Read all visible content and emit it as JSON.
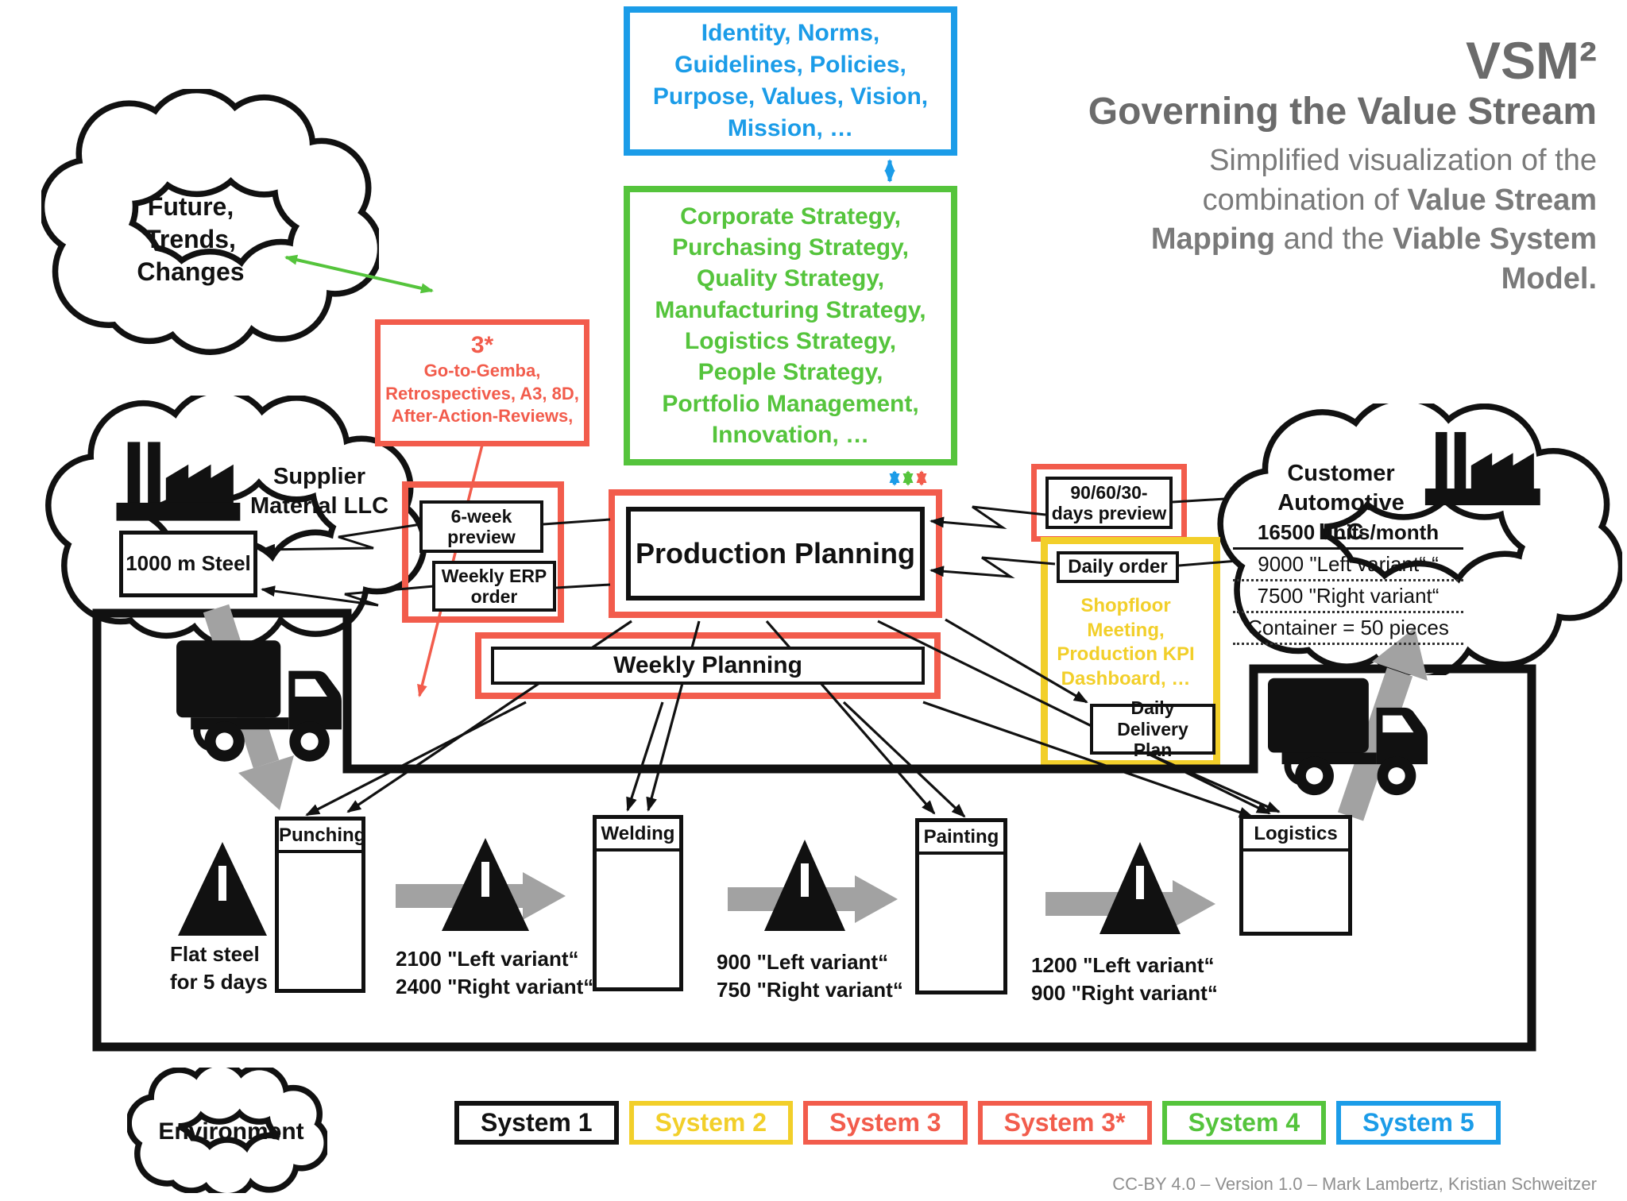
{
  "title": {
    "logo": "VSM²",
    "heading": "Governing the Value Stream",
    "subtitle_segments": [
      {
        "t": "Simplified visualization of the combination of ",
        "b": false
      },
      {
        "t": "Value Stream Mapping",
        "b": true
      },
      {
        "t": " and the ",
        "b": false
      },
      {
        "t": "Viable System Model.",
        "b": true
      }
    ]
  },
  "system5_box": {
    "lines": [
      "Identity, Norms,",
      "Guidelines, Policies,",
      "Purpose, Values, Vision,",
      "Mission,  …"
    ]
  },
  "system4_box": {
    "lines": [
      "Corporate Strategy,",
      "Purchasing Strategy,",
      "Quality Strategy,",
      "Manufacturing Strategy,",
      "Logistics Strategy,",
      "People Strategy,",
      "Portfolio Management,",
      "Innovation, …"
    ]
  },
  "future_cloud": {
    "lines": [
      "Future,",
      "Trends,",
      "Changes"
    ]
  },
  "system3star_box": {
    "title": "3*",
    "lines": [
      "Go-to-Gemba,",
      "Retrospectives, A3, 8D,",
      "After-Action-Reviews, …"
    ]
  },
  "supplier": {
    "name_lines": [
      "Supplier",
      "Material LLC"
    ],
    "steel_label": "1000 m Steel"
  },
  "planning": {
    "production": "Production Planning",
    "weekly": "Weekly Planning",
    "six_week_lines": [
      "6-week",
      "preview"
    ],
    "erp_lines": [
      "Weekly ERP",
      "order"
    ]
  },
  "right_panel": {
    "preview_lines": [
      "90/60/30-",
      "days preview"
    ],
    "daily_order": "Daily order",
    "shopfloor_lines": [
      "Shopfloor",
      "Meeting,",
      "Production KPI",
      "Dashboard, …"
    ],
    "delivery_lines": [
      "Daily Delivery",
      "Plan"
    ]
  },
  "customer": {
    "name_lines": [
      "Customer",
      "Automotive LLC"
    ],
    "rows": [
      "16500 units/month",
      "9000 \"Left variant“ “",
      "7500 \"Right variant“",
      "Container = 50 pieces"
    ]
  },
  "processes": [
    {
      "label": "Punching"
    },
    {
      "label": "Welding"
    },
    {
      "label": "Painting"
    },
    {
      "label": "Logistics"
    }
  ],
  "inventory_labels": {
    "first": [
      "Flat steel",
      "for 5 days"
    ],
    "after_punching": [
      "2100 \"Left variant“",
      "2400 \"Right variant“"
    ],
    "after_welding": [
      "900 \"Left variant“",
      "750 \"Right variant“"
    ],
    "after_painting": [
      "1200 \"Left variant“",
      "900 \"Right variant“"
    ]
  },
  "legend": {
    "environment": "Environment",
    "systems": [
      {
        "label": "System 1",
        "color": "#111111"
      },
      {
        "label": "System 2",
        "color": "#F2CF2A"
      },
      {
        "label": "System 3",
        "color": "#F25C4C"
      },
      {
        "label": "System 3*",
        "color": "#F25C4C"
      },
      {
        "label": "System 4",
        "color": "#55C43C"
      },
      {
        "label": "System 5",
        "color": "#1B9CE8"
      }
    ]
  },
  "footer": "CC-BY 4.0 – Version 1.0 – Mark Lambertz, Kristian Schweitzer",
  "colors": {
    "blue": "#1B9CE8",
    "green": "#55C43C",
    "red": "#F25C4C",
    "yellow": "#F2CF2A",
    "gray_arrow": "#A2A2A2",
    "title_gray": "#6b6b6b"
  }
}
